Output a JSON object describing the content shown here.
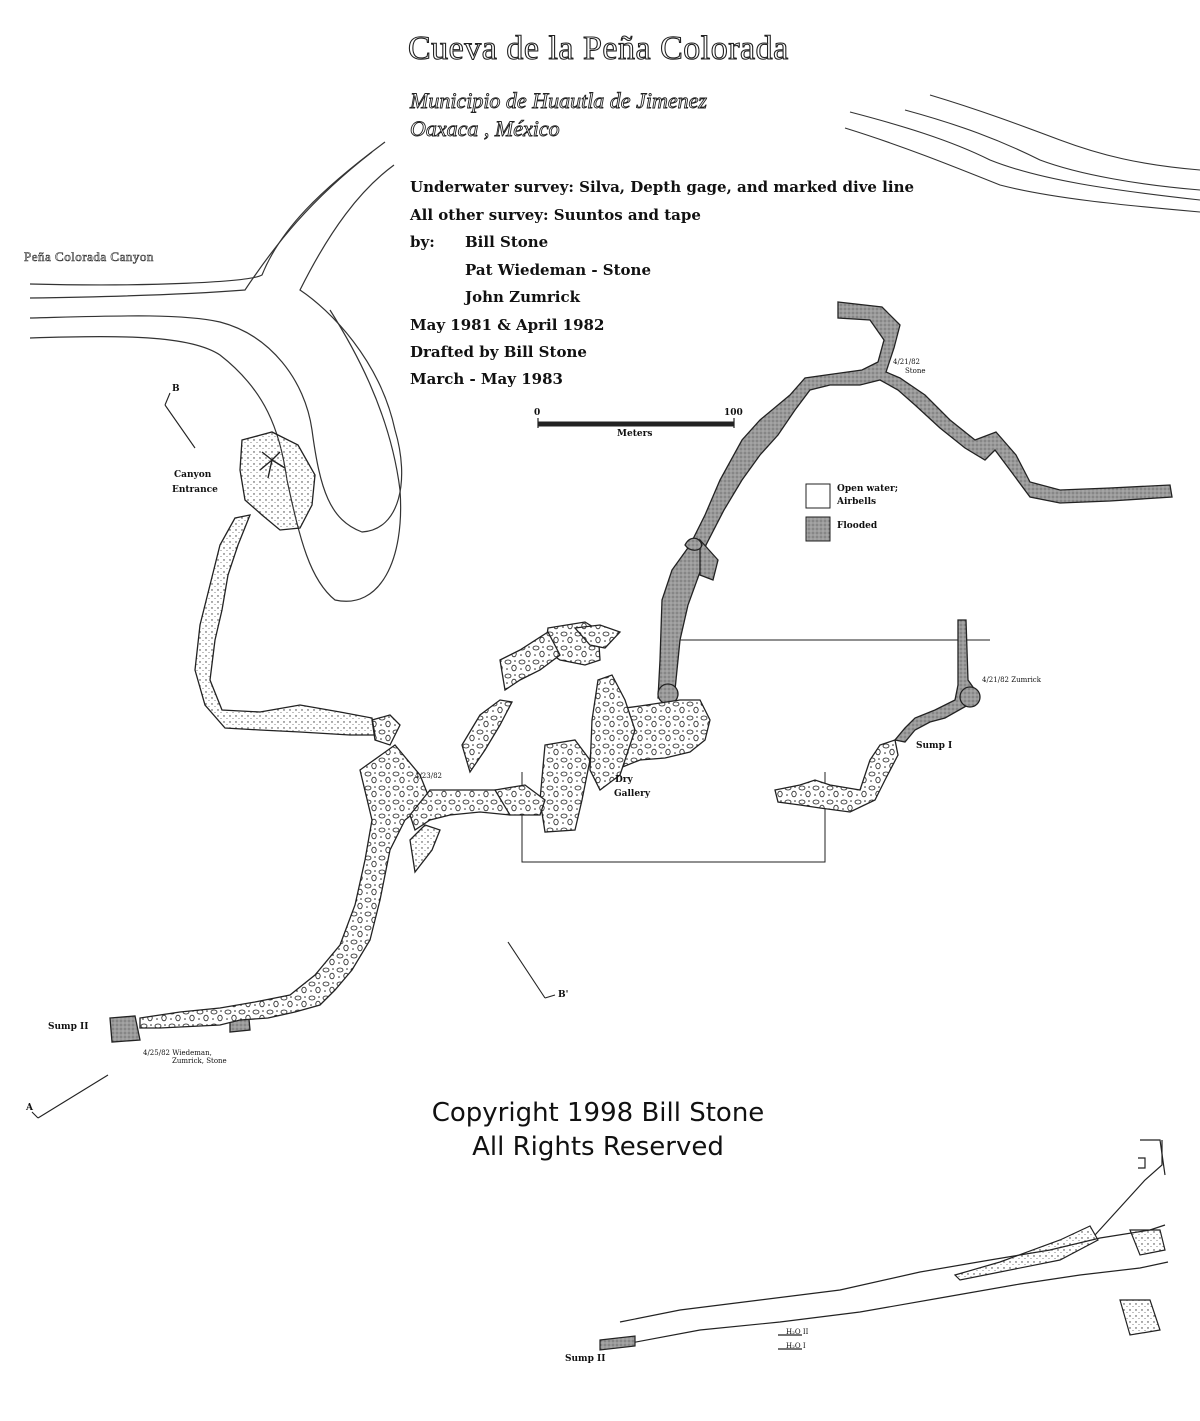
{
  "title": "Cueva de la Peña Colorada",
  "subtitle": {
    "line1": "Municipio de Huautla de Jimenez",
    "line2": "Oaxaca , México"
  },
  "survey": {
    "underwater": "Underwater survey: Silva, Depth gage, and marked dive line",
    "other": "All other survey: Suuntos and tape",
    "by_label": "by:",
    "surveyors": [
      "Bill Stone",
      "Pat Wiedeman - Stone",
      "John Zumrick"
    ],
    "dates": "May 1981 & April 1982",
    "drafted": "Drafted by Bill Stone",
    "drafted_date": "March - May 1983"
  },
  "scale_bar": {
    "start": "0",
    "end": "100",
    "unit": "Meters"
  },
  "legend": [
    {
      "label": "Open water;",
      "label2": "Airbells",
      "fill": "#ffffff"
    },
    {
      "label": "Flooded",
      "label2": "",
      "fill": "#8a8a8a"
    }
  ],
  "labels": {
    "canyon": "Peña Colorada Canyon",
    "canyon_entrance_1": "Canyon",
    "canyon_entrance_2": "Entrance",
    "dry_gallery_1": "Dry",
    "dry_gallery_2": "Gallery",
    "sump_1": "Sump I",
    "sump_2": "Sump II",
    "sump_2_profile": "Sump II",
    "section_b": "B",
    "section_b_prime": "B'",
    "section_a": "A",
    "h2o_2": "H₂O II",
    "h2o_1": "H₂O I"
  },
  "survey_stations": {
    "stone": {
      "date": "4/21/82",
      "name": "Stone"
    },
    "zumrick": "4/21/82 Zumrick",
    "date_4_23": "4/23/82",
    "wiedeman_1": "4/25/82 Wiedeman,",
    "wiedeman_2": "Zumrick, Stone"
  },
  "copyright": {
    "line1": "Copyright 1998 Bill Stone",
    "line2": "All Rights Reserved"
  }
}
